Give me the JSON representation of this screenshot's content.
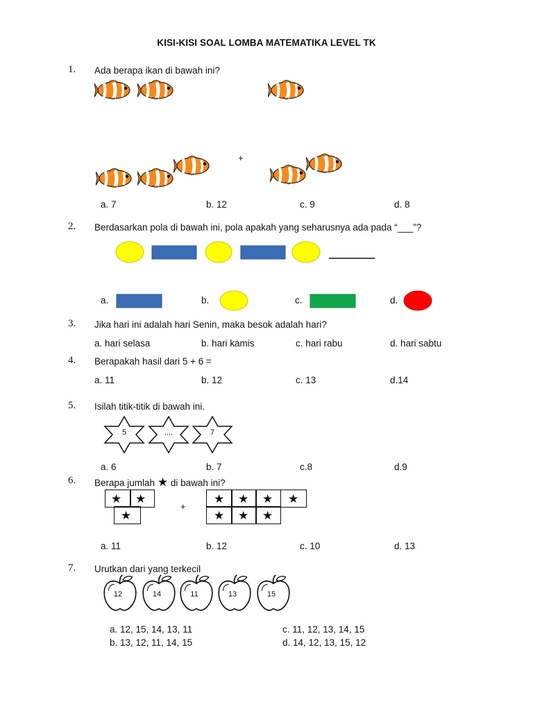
{
  "title": "KISI-KISI SOAL LOMBA MATEMATIKA LEVEL TK",
  "q1": {
    "num": "1.",
    "text": "Ada berapa ikan di bawah ini?",
    "plus": "+",
    "icon": "clownfish-icon",
    "options": [
      "a.   7",
      "b. 12",
      "c. 9",
      "d. 8"
    ]
  },
  "q2": {
    "num": "2.",
    "text": "Berdasarkan pola di bawah ini, pola apakah yang seharusnya ada pada “___”?",
    "colors": {
      "yellow": "#ffff00",
      "blue": "#3a6db5",
      "green": "#10a64a",
      "red": "#ff0000"
    },
    "options": [
      "a.",
      "b.",
      "c.",
      "d."
    ]
  },
  "q3": {
    "num": "3.",
    "text": "Jika hari ini adalah hari Senin, maka besok adalah hari?",
    "options": [
      "a. hari selasa",
      "b. hari kamis",
      "c. hari rabu",
      "d. hari sabtu"
    ]
  },
  "q4": {
    "num": "4.",
    "text": "Berapakah hasil dari 5 + 6 =",
    "options": [
      "a. 11",
      "b. 12",
      "c. 13",
      "d.14"
    ]
  },
  "q5": {
    "num": "5.",
    "text": "Isilah titik-titik di bawah ini.",
    "stars": [
      "5",
      "....",
      "7"
    ],
    "options": [
      "a.   6",
      "b. 7",
      "c.8",
      "d.9"
    ]
  },
  "q6": {
    "num": "6.",
    "text_before": "Berapa jumlah",
    "text_after": "di bawah ini?",
    "star_glyph": "★",
    "plus": "+",
    "options": [
      "a.   11",
      "b. 12",
      "c. 10",
      "d. 13"
    ]
  },
  "q7": {
    "num": "7.",
    "text": "Urutkan dari yang terkecil",
    "apples": [
      "12",
      "14",
      "11",
      "13",
      "15"
    ],
    "options": [
      "a.   12, 15, 14, 13, 11",
      "c.    11, 12, 13, 14, 15",
      "b.   13, 12, 11, 14, 15",
      "d.    14, 12, 13, 15, 12"
    ]
  }
}
